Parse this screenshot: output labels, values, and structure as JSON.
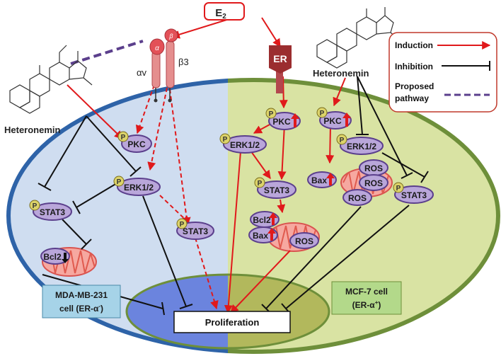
{
  "e2_label": "E",
  "e2_sub": "2",
  "er_label": "ER",
  "integrin": {
    "alpha_greek": "α",
    "beta_greek": "β",
    "alpha_label": "αv",
    "beta_label": "β3"
  },
  "heteronemin_label": "Heteronemin",
  "phospho_mark": "P",
  "nodes": {
    "pkc": "PKC",
    "erk": "ERK1/2",
    "stat3": "STAT3",
    "bcl2": "Bcl2",
    "bax": "Bax",
    "ros": "ROS"
  },
  "proliferation_label": "Proliferation",
  "cells": {
    "left_line1": "MDA-MB-231",
    "left_line2_prefix": "cell (ER-α",
    "left_sup": "-",
    "left_line2_suffix": ")",
    "right_line1": "MCF-7 cell",
    "right_line2_prefix": "(ER-α",
    "right_sup": "+",
    "right_line2_suffix": ")"
  },
  "legend": {
    "induction": "Induction",
    "inhibition": "Inhibition",
    "proposed_line1": "Proposed",
    "proposed_line2": "pathway"
  },
  "colors": {
    "induction": "#e0191b",
    "inhibition": "#111111",
    "proposed": "#5b3f8c",
    "left_cytoplasm": "#cfddf0",
    "right_cytoplasm": "#d9e3a3",
    "membrane": "#2e63a8",
    "membrane_right": "#6e8f3a",
    "node_fill": "#b9a6da",
    "node_stroke": "#5b3f8c",
    "phospho_fill": "#dcd36a"
  }
}
